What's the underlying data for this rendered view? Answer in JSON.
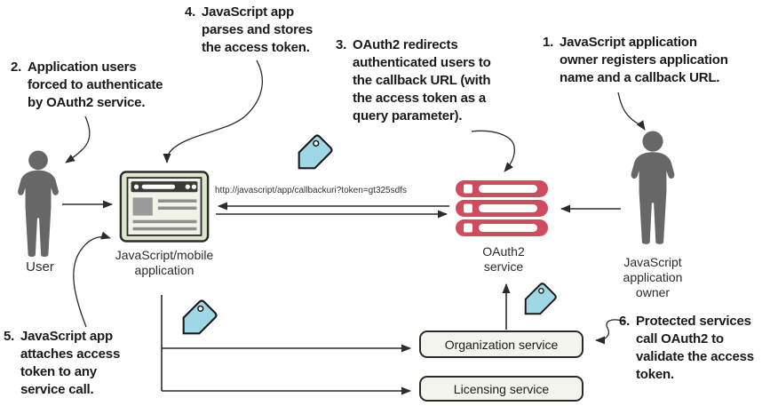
{
  "annotations": {
    "a1": {
      "number": "1.",
      "lines": [
        "JavaScript application",
        "owner registers application",
        "name and a callback URL."
      ]
    },
    "a2": {
      "number": "2.",
      "lines": [
        "Application users",
        "forced to authenticate",
        "by OAuth2 service."
      ]
    },
    "a3": {
      "number": "3.",
      "lines": [
        "OAuth2 redirects",
        "authenticated users to",
        "the callback URL (with",
        "the access token as a",
        "query parameter)."
      ]
    },
    "a4": {
      "number": "4.",
      "lines": [
        "JavaScript app",
        "parses and stores",
        "the access token."
      ]
    },
    "a5": {
      "number": "5.",
      "lines": [
        "JavaScript app",
        "attaches access",
        "token to any",
        "service call."
      ]
    },
    "a6": {
      "number": "6.",
      "lines": [
        "Protected services",
        "call OAuth2 to",
        "validate the access",
        "token."
      ]
    }
  },
  "nodes": {
    "user": {
      "label": "User",
      "icon": "person-silhouette"
    },
    "app": {
      "lines": [
        "JavaScript/mobile",
        "application"
      ],
      "icon": "browser-window"
    },
    "oauth": {
      "lines": [
        "OAuth2",
        "service"
      ],
      "icon": "server-stack"
    },
    "owner": {
      "lines": [
        "JavaScript",
        "application",
        "owner"
      ],
      "icon": "person-silhouette"
    },
    "org": {
      "label": "Organization service"
    },
    "lic": {
      "label": "Licensing service"
    }
  },
  "messages": {
    "callback_url": "http://javascript/app/callbackuri?token=gt325sdfs"
  },
  "icons": {
    "access_token_tag": "price-tag"
  },
  "colors": {
    "tag_blue": "#9ed8e6",
    "server_red": "#d14b5e",
    "app_frame_green": "#dce6cc",
    "app_inner": "#f2f3e8",
    "silhouette_gray": "#676767",
    "line_dark": "#2b2b2b",
    "service_box_fill": "#f4f4ee",
    "annotation_text": "#1a1a1a"
  }
}
